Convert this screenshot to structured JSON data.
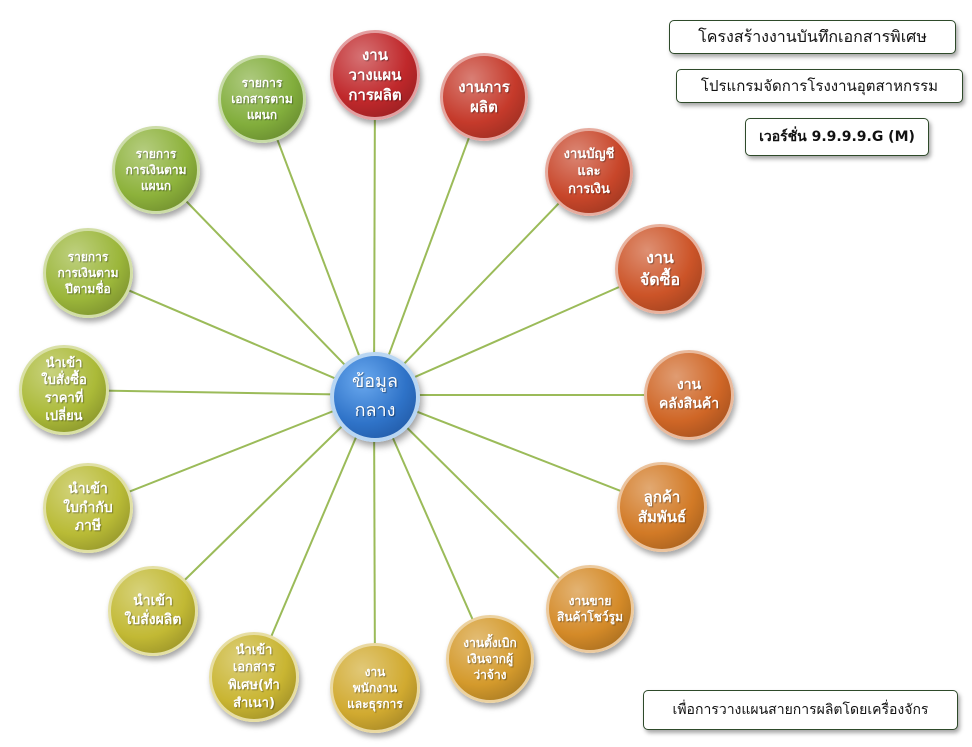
{
  "header": {
    "title": "โครงสร้างงานบันทึกเอกสารพิเศษ",
    "program": "โปรแกรมจัดการโรงงานอุตสาหกรรม",
    "version": "เวอร์ชั่น 9.9.9.9.G (M)"
  },
  "footer": {
    "note": "เพื่อการวางแผนสายการผลิตโดยเครื่องจักร"
  },
  "center": {
    "label": "ข้อมูล\nกลาง"
  },
  "nodes": [
    {
      "id": "production-planning",
      "label": "งาน\nวางแผน\nการผลิต",
      "color": "#c0282b"
    },
    {
      "id": "production",
      "label": "งานการ\nผลิต",
      "color": "#c53a2b"
    },
    {
      "id": "accounting-finance",
      "label": "งานบัญชี\nและ\nการเงิน",
      "color": "#c8462a"
    },
    {
      "id": "purchasing",
      "label": "งาน\nจัดซื้อ",
      "color": "#cc5428"
    },
    {
      "id": "inventory",
      "label": "งาน\nคลังสินค้า",
      "color": "#cf6626"
    },
    {
      "id": "customer-relations",
      "label": "ลูกค้า\nสัมพันธ์",
      "color": "#d27a26"
    },
    {
      "id": "showroom-sales",
      "label": "งานขาย\nสินค้าโชว์รูม",
      "color": "#d48a28"
    },
    {
      "id": "employer-advance",
      "label": "งานตั้งเบิก\nเงินจากผู้\nว่าจ้าง",
      "color": "#d49a2c"
    },
    {
      "id": "hr-business",
      "label": "งาน\nพนักงาน\nและธุรการ",
      "color": "#d1aa30"
    },
    {
      "id": "import-special-docs",
      "label": "นำเข้า\nเอกสาร\nพิเศษ(ทำ\nสำเนา)",
      "color": "#c9b532"
    },
    {
      "id": "import-production-orders",
      "label": "นำเข้า\nใบสั่งผลิต",
      "color": "#c2b934"
    },
    {
      "id": "import-tax-invoice",
      "label": "นำเข้า\nใบกำกับ\nภาษี",
      "color": "#b9bb36"
    },
    {
      "id": "import-po-exchange",
      "label": "นำเข้า\nใบสั่งซื้อ\nราคาที่\nเปลี่ยน",
      "color": "#abba38"
    },
    {
      "id": "finance-by-name",
      "label": "รายการ\nการเงินตาม\nปีตามชื่อ",
      "color": "#9bb63a"
    },
    {
      "id": "finance-by-dept",
      "label": "รายการ\nการเงินตาม\nแผนก",
      "color": "#8db23b"
    },
    {
      "id": "docs-by-dept",
      "label": "รายการ\nเอกสารตาม\nแผนก",
      "color": "#82ae3c"
    }
  ],
  "colors": {
    "connector": "#9bbb59",
    "center": "#2f73c8"
  }
}
